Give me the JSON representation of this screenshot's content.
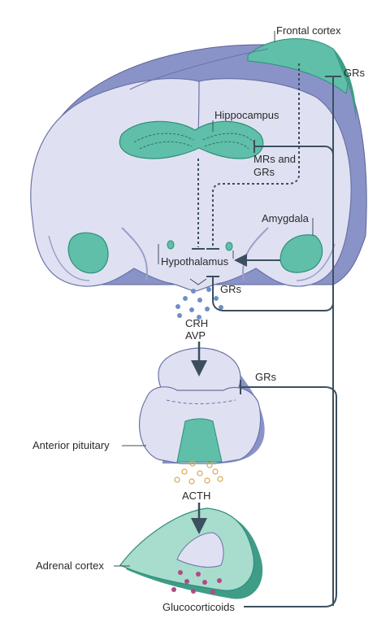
{
  "labels": {
    "frontal_cortex": "Frontal cortex",
    "grs_top": "GRs",
    "hippocampus": "Hippocampus",
    "mrs_and": "MRs and",
    "grs_mrs": "GRs",
    "amygdala": "Amygdala",
    "hypothalamus": "Hypothalamus",
    "grs_hypothalamus": "GRs",
    "crh": "CRH",
    "avp": "AVP",
    "grs_pituitary": "GRs",
    "anterior_pituitary": "Anterior pituitary",
    "acth": "ACTH",
    "adrenal_cortex": "Adrenal cortex",
    "glucocorticoids": "Glucocorticoids"
  },
  "colors": {
    "brain_fill": "#dfe1f2",
    "brain_dark": "#8a93c8",
    "teal": "#5fbfa8",
    "teal_dark": "#2e8f7a",
    "line": "#3c4f5e",
    "crh_dots": "#6f8ec9",
    "acth_dots": "#e8c880",
    "gluco_dots": "#b04a86"
  }
}
